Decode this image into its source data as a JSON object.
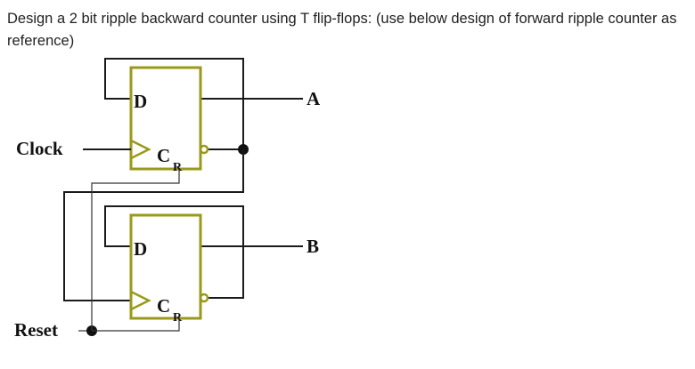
{
  "question": {
    "text": "Design a 2 bit ripple backward counter using T flip-flops: (use below design of forward ripple counter as reference)"
  },
  "diagram": {
    "clock_label": "Clock",
    "reset_label": "Reset",
    "output_a_label": "A",
    "output_b_label": "B",
    "flip_flop_1": {
      "d_label": "D",
      "c_label": "C",
      "r_label": "R"
    },
    "flip_flop_2": {
      "d_label": "D",
      "c_label": "C",
      "r_label": "R"
    },
    "colors": {
      "flip_flop_outline": "#9a9a1a",
      "wire": "#1a1a1a"
    }
  }
}
